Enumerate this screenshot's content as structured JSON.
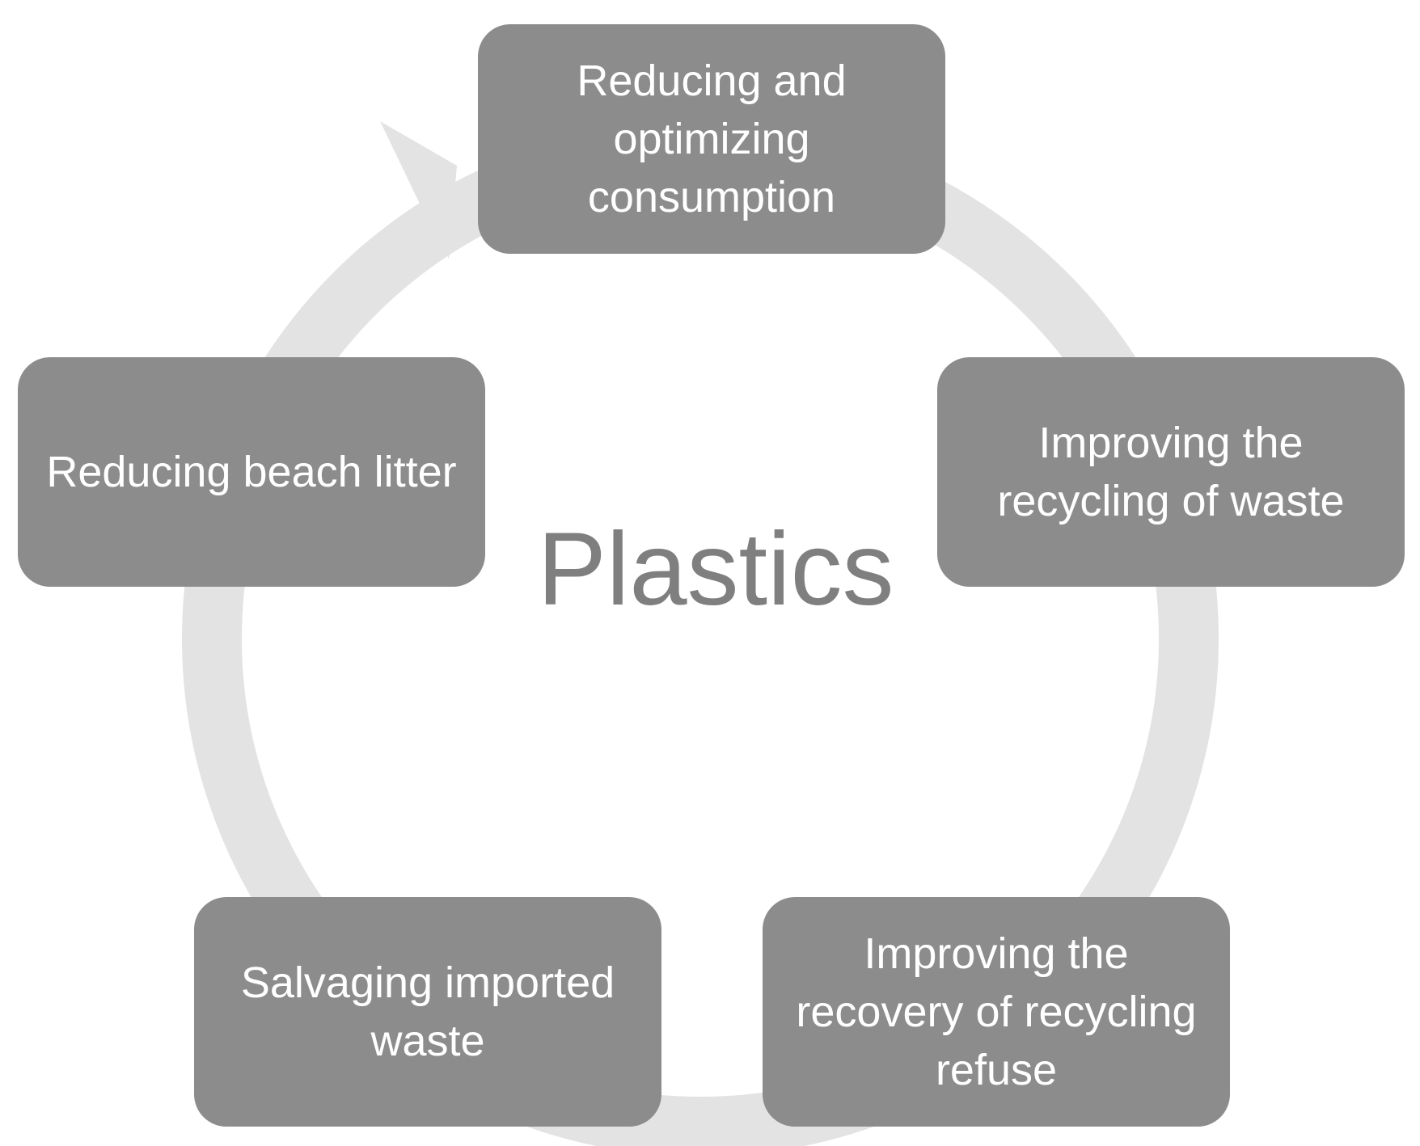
{
  "center_label": "Plastics",
  "steps": [
    {
      "label": "Reducing and optimizing consumption"
    },
    {
      "label": "Improving the recycling of waste"
    },
    {
      "label": "Improving the recovery of recycling refuse"
    },
    {
      "label": "Salvaging imported waste"
    },
    {
      "label": "Reducing beach litter"
    }
  ],
  "colors": {
    "box": "#8c8c8c",
    "ring": "#e3e3e3",
    "center_text": "#7f7f7f"
  }
}
